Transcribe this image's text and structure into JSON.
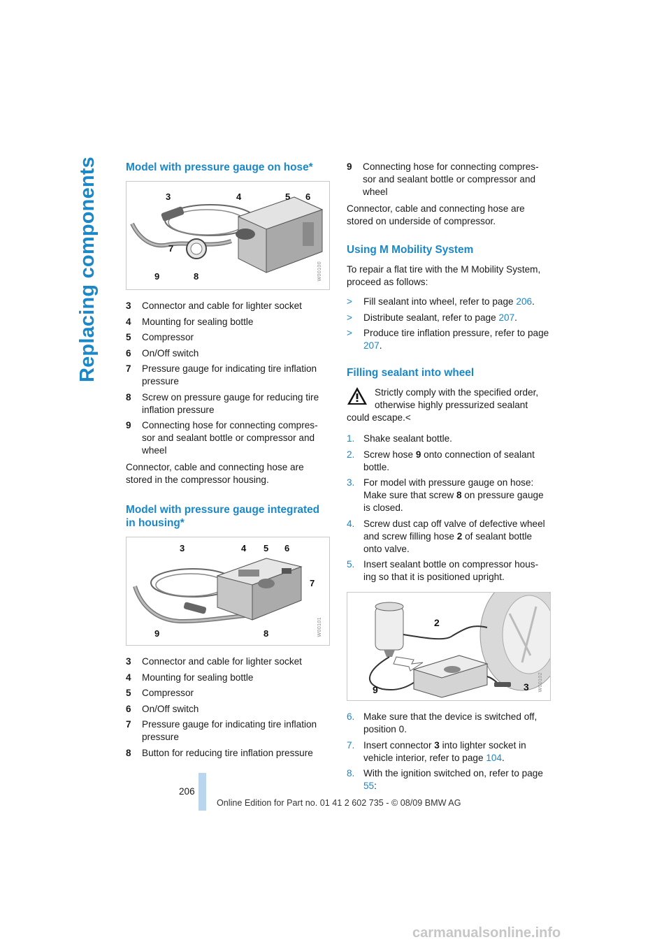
{
  "side_tab": "Replacing components",
  "left": {
    "section1": {
      "heading": "Model with pressure gauge on hose*",
      "figure_code": "W00100",
      "figure_callouts": [
        "3",
        "4",
        "5",
        "6",
        "7",
        "9",
        "8"
      ],
      "legend": [
        {
          "num": "3",
          "text": "Connector and cable for lighter socket"
        },
        {
          "num": "4",
          "text": "Mounting for sealing bottle"
        },
        {
          "num": "5",
          "text": "Compressor"
        },
        {
          "num": "6",
          "text": "On/Off switch"
        },
        {
          "num": "7",
          "text": "Pressure gauge for indicating tire inflation pressure"
        },
        {
          "num": "8",
          "text": "Screw on pressure gauge for reducing tire inflation pressure"
        },
        {
          "num": "9",
          "text": "Connecting hose for connecting compres-sor and sealant bottle or compressor and wheel"
        }
      ],
      "note": "Connector, cable and connecting hose are stored in the compressor housing."
    },
    "section2": {
      "heading": "Model with pressure gauge integrated in housing*",
      "figure_code": "W00101",
      "figure_callouts": [
        "3",
        "4",
        "5",
        "6",
        "7",
        "9",
        "8"
      ],
      "legend": [
        {
          "num": "3",
          "text": "Connector and cable for lighter socket"
        },
        {
          "num": "4",
          "text": "Mounting for sealing bottle"
        },
        {
          "num": "5",
          "text": "Compressor"
        },
        {
          "num": "6",
          "text": "On/Off switch"
        },
        {
          "num": "7",
          "text": "Pressure gauge for indicating tire inflation pressure"
        },
        {
          "num": "8",
          "text": "Button for reducing tire inflation pressure"
        }
      ]
    }
  },
  "right": {
    "legend_cont": [
      {
        "num": "9",
        "text": "Connecting hose for connecting compres-sor and sealant bottle or compressor and wheel"
      }
    ],
    "note": "Connector, cable and connecting hose are stored on underside of compressor.",
    "mobility": {
      "heading": "Using M Mobility System",
      "intro": "To repair a flat tire with the M Mobility System, proceed as follows:",
      "bullets": [
        {
          "mark": ">",
          "text": "Fill sealant into wheel, refer to page ",
          "page": "206",
          "after": "."
        },
        {
          "mark": ">",
          "text": "Distribute sealant, refer to page ",
          "page": "207",
          "after": "."
        },
        {
          "mark": ">",
          "text": "Produce tire inflation pressure, refer to page ",
          "page": "207",
          "after": "."
        }
      ]
    },
    "filling": {
      "heading": "Filling sealant into wheel",
      "warning": "Strictly comply with the specified order, otherwise highly pressurized sealant could escape.",
      "warning_end": "<",
      "steps_a": [
        {
          "n": "1.",
          "text": "Shake sealant bottle."
        },
        {
          "n": "2.",
          "pre": "Screw hose ",
          "bold": "9",
          "post": " onto connection of sealant bottle."
        },
        {
          "n": "3.",
          "pre": "For model with pressure gauge on hose: Make sure that screw ",
          "bold": "8",
          "post": " on pressure gauge is closed."
        },
        {
          "n": "4.",
          "pre": "Screw dust cap off valve of defective wheel and screw filling hose ",
          "bold": "2",
          "post": " of sealant bottle onto valve."
        },
        {
          "n": "5.",
          "text": "Insert sealant bottle on compressor hous-ing so that it is positioned upright."
        }
      ],
      "figure_code": "W00102",
      "figure_callouts": [
        "2",
        "9",
        "3"
      ],
      "steps_b": [
        {
          "n": "6.",
          "text": "Make sure that the device is switched off, position 0."
        },
        {
          "n": "7.",
          "pre": "Insert connector ",
          "bold": "3",
          "post": " into lighter socket in vehicle interior, refer to page ",
          "page": "104",
          "after": "."
        },
        {
          "n": "8.",
          "text": "With the ignition switched on, refer to page ",
          "page": "55",
          "after": ":"
        }
      ]
    }
  },
  "footer": {
    "page_number": "206",
    "edition": "Online Edition for Part no. 01 41 2 602 735 - © 08/09 BMW AG"
  },
  "watermark": "carmanualsonline.info",
  "colors": {
    "accent": "#1a87c9",
    "footer_bar": "#b9d6ee"
  }
}
